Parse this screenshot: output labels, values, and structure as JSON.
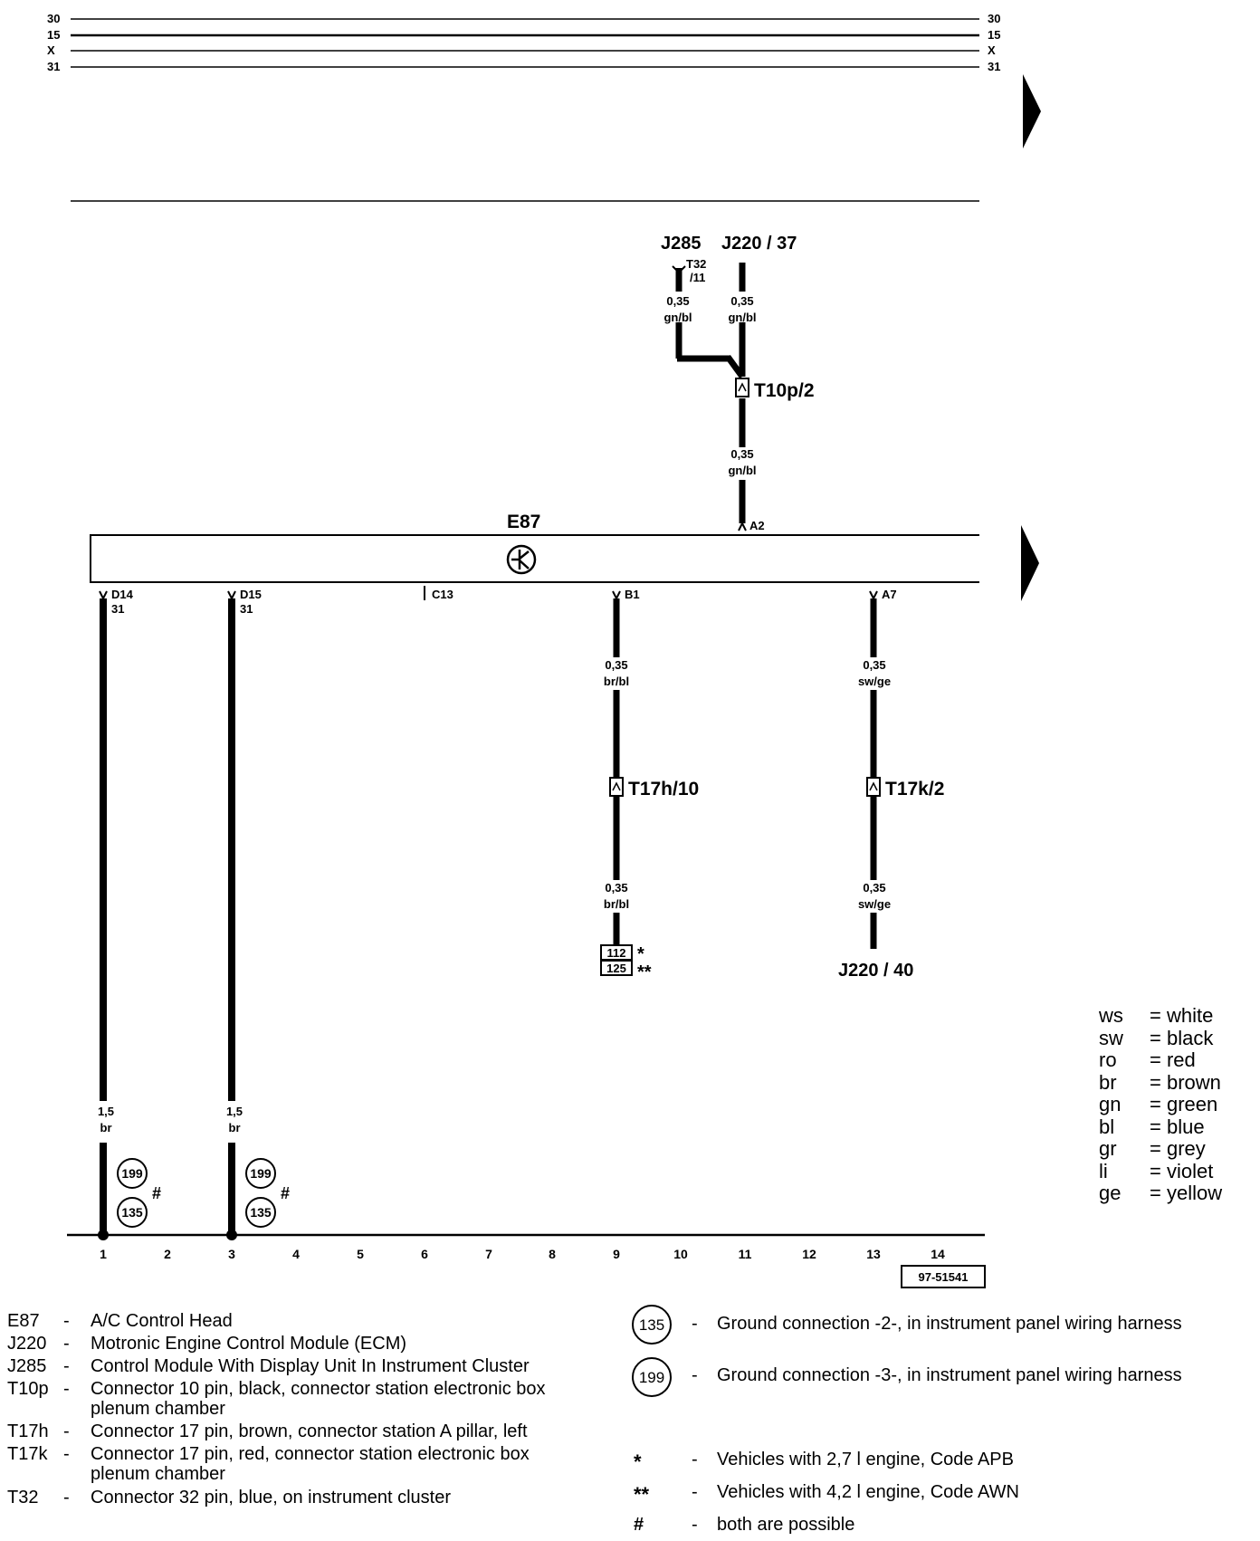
{
  "bus_labels": [
    "30",
    "15",
    "X",
    "31"
  ],
  "figure_code": "97-51541",
  "columns": [
    "1",
    "2",
    "3",
    "4",
    "5",
    "6",
    "7",
    "8",
    "9",
    "10",
    "11",
    "12",
    "13",
    "14"
  ],
  "components": {
    "e87": "E87",
    "j285": "J285",
    "j220_top": "J220 / 37",
    "j220_bottom": "J220 / 40",
    "t32": "T32",
    "t32_pin": "/11",
    "t10p": "T10p/2",
    "t17h": "T17h/10",
    "t17k": "T17k/2"
  },
  "pins": {
    "d14": "D14",
    "d15": "D15",
    "c13": "C13",
    "b1": "B1",
    "a7": "A7",
    "a2": "A2",
    "pin31": "31"
  },
  "wires": {
    "w_j285": [
      "0,35",
      "gn/bl"
    ],
    "w_j220": [
      "0,35",
      "gn/bl"
    ],
    "w_a2": [
      "0,35",
      "gn/bl"
    ],
    "w_b1_top": [
      "0,35",
      "br/bl"
    ],
    "w_b1_bot": [
      "0,35",
      "br/bl"
    ],
    "w_a7_top": [
      "0,35",
      "sw/ge"
    ],
    "w_a7_bot": [
      "0,35",
      "sw/ge"
    ],
    "w_col1": [
      "1,5",
      "br"
    ],
    "w_col3": [
      "1,5",
      "br"
    ]
  },
  "grounds": {
    "g199": "199",
    "g135": "135",
    "hash": "#"
  },
  "refs": {
    "r112": "112",
    "r125": "125",
    "star1": "*",
    "star2": "**"
  },
  "color_codes": [
    {
      "code": "ws",
      "name": "white"
    },
    {
      "code": "sw",
      "name": "black"
    },
    {
      "code": "ro",
      "name": "red"
    },
    {
      "code": "br",
      "name": "brown"
    },
    {
      "code": "gn",
      "name": "green"
    },
    {
      "code": "bl",
      "name": "blue"
    },
    {
      "code": "gr",
      "name": "grey"
    },
    {
      "code": "li",
      "name": "violet"
    },
    {
      "code": "ge",
      "name": "yellow"
    }
  ],
  "legend_left": [
    {
      "code": "E87",
      "desc": [
        "A/C Control Head"
      ]
    },
    {
      "code": "J220",
      "desc": [
        "Motronic Engine Control Module (ECM)"
      ]
    },
    {
      "code": "J285",
      "desc": [
        "Control Module With Display Unit In  Instrument Cluster"
      ]
    },
    {
      "code": "T10p",
      "desc": [
        "Connector 10 pin, black, connector station electronic box",
        "plenum chamber"
      ]
    },
    {
      "code": "T17h",
      "desc": [
        "Connector 17 pin, brown, connector station A pillar, left"
      ]
    },
    {
      "code": "T17k",
      "desc": [
        "Connector 17 pin, red, connector station electronic box",
        "plenum chamber"
      ]
    },
    {
      "code": "T32",
      "desc": [
        "Connector 32 pin, blue, on  instrument cluster"
      ]
    }
  ],
  "legend_right": [
    {
      "symbol": "135",
      "desc": "Ground connection -2-, in instrument panel wiring harness"
    },
    {
      "symbol": "199",
      "desc": "Ground connection -3-, in instrument panel wiring harness"
    },
    {
      "symbol": "*",
      "desc": "Vehicles with 2,7 l engine, Code APB"
    },
    {
      "symbol": "**",
      "desc": "Vehicles with 4,2 l engine, Code AWN"
    },
    {
      "symbol": "#",
      "desc": "both are possible"
    }
  ]
}
